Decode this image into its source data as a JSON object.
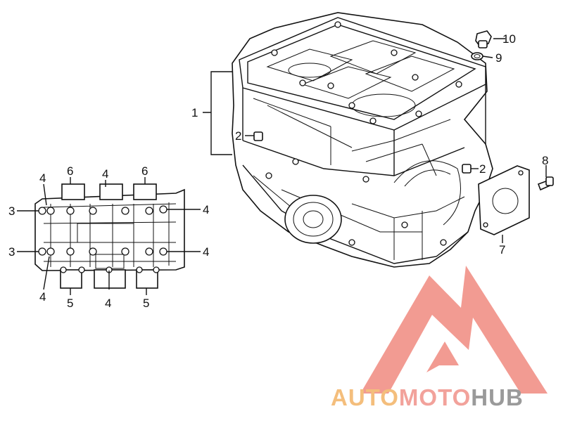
{
  "callouts": {
    "c1": "1",
    "c2a": "2",
    "c2b": "2",
    "c3a": "3",
    "c3b": "3",
    "c4a": "4",
    "c4b": "4",
    "c4c": "4",
    "c4d": "4",
    "c4e": "4",
    "c4f": "4",
    "c5a": "5",
    "c5b": "5",
    "c6a": "6",
    "c6b": "6",
    "c7": "7",
    "c8": "8",
    "c9": "9",
    "c10": "10"
  },
  "logo": {
    "part1": "AUTO",
    "part2": "MOTO",
    "part3": "HUB",
    "colors": {
      "auto": "#f4be7c",
      "moto": "#f2a29b",
      "hub": "#9a9a9a",
      "triangle": "#f08a80"
    }
  }
}
